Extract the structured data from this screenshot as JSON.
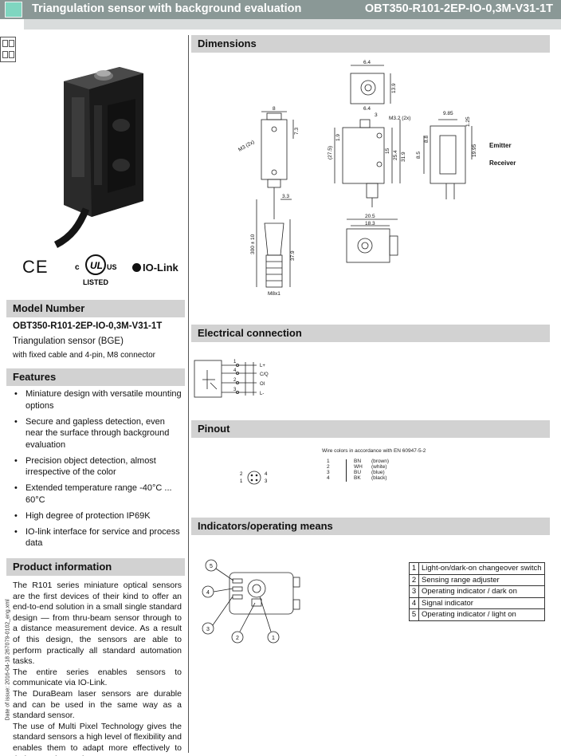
{
  "header": {
    "title": "Triangulation sensor with background evaluation",
    "model": "OBT350-R101-2EP-IO-0,3M-V31-1T"
  },
  "logos": {
    "ce": "CE",
    "ul_c": "c",
    "ul_mark": "UL",
    "ul_us": "US",
    "ul_listed": "LISTED",
    "iolink": "IO-Link"
  },
  "model_number": {
    "heading": "Model Number",
    "code": "OBT350-R101-2EP-IO-0,3M-V31-1T",
    "line1": "Triangulation sensor (BGE)",
    "line2": "with fixed cable and 4-pin, M8 connector"
  },
  "features": {
    "heading": "Features",
    "items": [
      "Miniature design with versatile mounting options",
      "Secure and gapless detection, even near the surface through background evaluation",
      "Precision object detection, almost irrespective of the color",
      "Extended temperature range -40°C ... 60°C",
      "High degree of protection IP69K",
      "IO-link interface for service and process data"
    ]
  },
  "product_info": {
    "heading": "Product information",
    "paragraphs": [
      "The R101 series miniature optical sensors are the first devices of their kind to offer an end-to-end solution in a small single standard design — from thru-beam sensor through to a distance measurement device. As a result of this design, the sensors are able to perform practically all standard automation tasks.",
      "The entire series enables sensors to communicate via IO-Link.",
      "The DuraBeam laser sensors are durable and can be used in the same way as a standard sensor.",
      "The use of Multi Pixel Technology gives the standard sensors a high level of flexibility and enables them to adapt more effectively to their operating environment."
    ]
  },
  "side_note": "Date of issue: 2016-04-18 267079-0102_eng.xml",
  "dimensions": {
    "heading": "Dimensions",
    "labels": {
      "d64a": "6.4",
      "d139": "13.9",
      "d64b": "6.4",
      "d3": "3",
      "m32": "M3.2 (2x)",
      "d8": "8",
      "d73": "7.3",
      "m3": "M3 (2x)",
      "d19": "1.9",
      "d275": "(27.5)",
      "d15": "15",
      "d254": "25.4",
      "d319": "31.9",
      "d985": "9.85",
      "d125": "1.25",
      "d85": "8.5",
      "d88": "8.8",
      "d1995": "19.95",
      "emitter": "Emitter",
      "receiver": "Receiver",
      "d33": "3.3",
      "d300": "300 ± 10",
      "d379": "37.9",
      "m8": "M8x1",
      "d205": "20.5",
      "d183": "18.3"
    }
  },
  "electrical": {
    "heading": "Electrical connection",
    "pins": [
      "1",
      "4",
      "2",
      "3"
    ],
    "signals": [
      "L+",
      "C/Q",
      "OI",
      "L-"
    ]
  },
  "pinout": {
    "heading": "Pinout",
    "note": "Wire colors in accordance with EN 60947-5-2",
    "pins": [
      "2",
      "4",
      "1",
      "3"
    ],
    "rows": [
      {
        "n": "1",
        "code": "BN",
        "color": "(brown)"
      },
      {
        "n": "2",
        "code": "WH",
        "color": "(white)"
      },
      {
        "n": "3",
        "code": "BU",
        "color": "(blue)"
      },
      {
        "n": "4",
        "code": "BK",
        "color": "(black)"
      }
    ]
  },
  "indicators": {
    "heading": "Indicators/operating means",
    "callouts": [
      "5",
      "4",
      "3",
      "2",
      "1"
    ],
    "rows": [
      {
        "n": "1",
        "label": "Light-on/dark-on changeover switch"
      },
      {
        "n": "2",
        "label": "Sensing range adjuster"
      },
      {
        "n": "3",
        "label": "Operating indicator / dark on"
      },
      {
        "n": "4",
        "label": "Signal indicator"
      },
      {
        "n": "5",
        "label": "Operating indicator / light on"
      }
    ]
  },
  "colors": {
    "header_bg": "#8a9896",
    "accent_square": "#7fd6c0",
    "section_bg": "#d2d2d2"
  }
}
